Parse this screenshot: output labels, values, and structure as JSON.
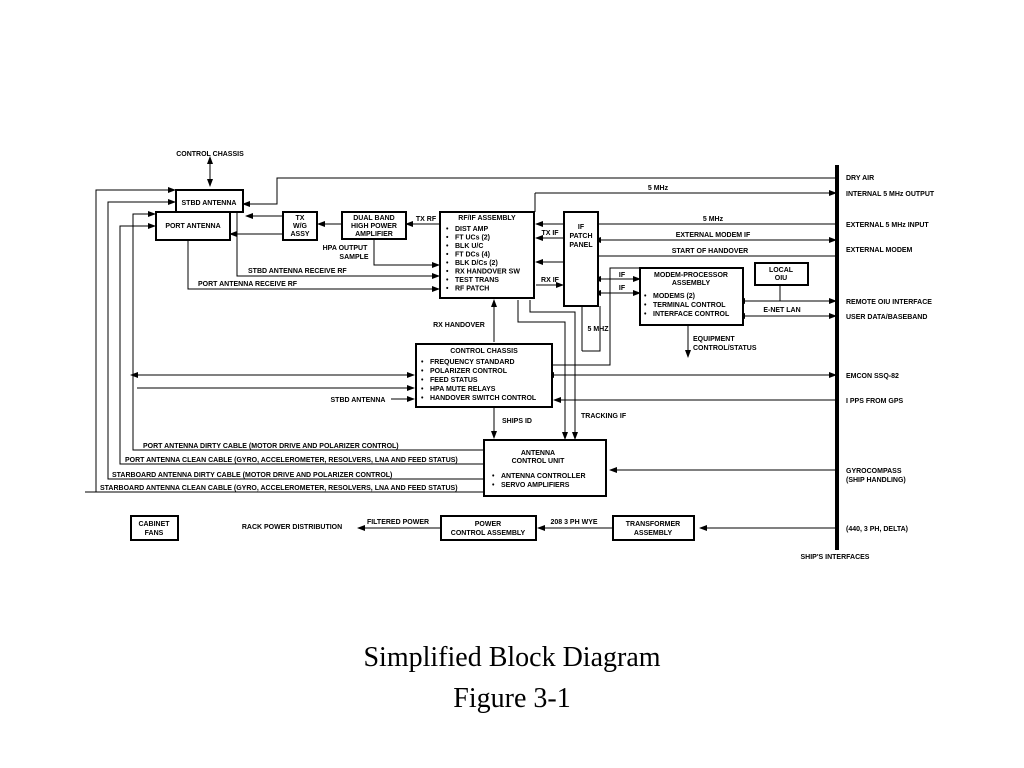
{
  "diagram": {
    "blocks": {
      "stbd_antenna": "STBD ANTENNA",
      "port_antenna": "PORT ANTENNA",
      "tx_wg": [
        "TX",
        "W/G",
        "ASSY"
      ],
      "hpa": [
        "DUAL BAND",
        "HIGH POWER",
        "AMPLIFIER"
      ],
      "rfif": {
        "title": "RF/IF ASSEMBLY",
        "items": [
          "DIST AMP",
          "FT UCs (2)",
          "BLK U/C",
          "FT DCs (4)",
          "BLK D/Cs (2)",
          "RX HANDOVER SW",
          "TEST TRANS",
          "RF PATCH"
        ]
      },
      "if_patch": [
        "IF",
        "PATCH",
        "PANEL"
      ],
      "modem_proc": {
        "title": [
          "MODEM-PROCESSOR",
          "ASSEMBLY"
        ],
        "items": [
          "MODEMS (2)",
          "TERMINAL CONTROL",
          "INTERFACE CONTROL"
        ]
      },
      "local_oiu": [
        "LOCAL",
        "OIU"
      ],
      "control_chassis": {
        "title": "CONTROL CHASSIS",
        "items": [
          "FREQUENCY STANDARD",
          "POLARIZER CONTROL",
          "FEED STATUS",
          "HPA MUTE RELAYS",
          "HANDOVER SWITCH CONTROL"
        ]
      },
      "acu": {
        "title": [
          "ANTENNA",
          "CONTROL UNIT"
        ],
        "items": [
          "ANTENNA CONTROLLER",
          "SERVO AMPLIFIERS"
        ]
      },
      "cabinet_fans": [
        "CABINET",
        "FANS"
      ],
      "power_ctrl": [
        "POWER",
        "CONTROL ASSEMBLY"
      ],
      "transformer": [
        "TRANSFORMER",
        "ASSEMBLY"
      ]
    },
    "labels": {
      "control_chassis_top": "CONTROL CHASSIS",
      "tx_rf": "TX RF",
      "hpa_output": [
        "HPA OUTPUT",
        "SAMPLE"
      ],
      "stbd_rx_rf": "STBD ANTENNA RECEIVE RF",
      "port_rx_rf": "PORT ANTENNA RECEIVE RF",
      "tx_if": "TX IF",
      "rx_if": "RX IF",
      "rx_handover": "RX HANDOVER",
      "if1": "IF",
      "if2": "IF",
      "mhz_5_top": "5 MHz",
      "mhz_5_second": "5 MHz",
      "external_modem_if": "EXTERNAL MODEM IF",
      "start_handover": "START OF HANDOVER",
      "enet_lan": "E-NET LAN",
      "mhz_5_patch": "5 MHZ",
      "equipment": [
        "EQUIPMENT",
        "CONTROL/STATUS"
      ],
      "stbd_antenna_left": "STBD ANTENNA",
      "ships_id": "SHIPS ID",
      "tracking_if": "TRACKING IF",
      "port_dirty": "PORT ANTENNA DIRTY CABLE (MOTOR DRIVE AND POLARIZER CONTROL)",
      "port_clean": "PORT ANTENNA CLEAN CABLE (GYRO, ACCELEROMETER, RESOLVERS, LNA AND FEED STATUS)",
      "stbd_dirty": "STARBOARD ANTENNA DIRTY CABLE (MOTOR DRIVE AND POLARIZER CONTROL)",
      "stbd_clean": "STARBOARD ANTENNA CLEAN CABLE (GYRO, ACCELEROMETER, RESOLVERS, LNA AND FEED STATUS)",
      "rack_power": "RACK POWER DISTRIBUTION",
      "filtered_power": "FILTERED POWER",
      "wye": "208 3 PH WYE"
    },
    "interfaces": {
      "dry_air": "DRY AIR",
      "internal_5mhz": "INTERNAL 5 MHz OUTPUT",
      "external_5mhz": "EXTERNAL 5 MHz INPUT",
      "external_modem": "EXTERNAL MODEM",
      "remote_oiu": "REMOTE OIU INTERFACE",
      "user_data": "USER DATA/BASEBAND",
      "emcon": "EMCON SSQ-82",
      "ipps": "I PPS FROM GPS",
      "gyro": [
        "GYROCOMPASS",
        "(SHIP HANDLING)"
      ],
      "power_in": "(440, 3 PH, DELTA)",
      "ships_interfaces": "SHIP'S INTERFACES"
    }
  },
  "caption": {
    "title": "Simplified Block Diagram",
    "figure": "Figure 3-1"
  }
}
